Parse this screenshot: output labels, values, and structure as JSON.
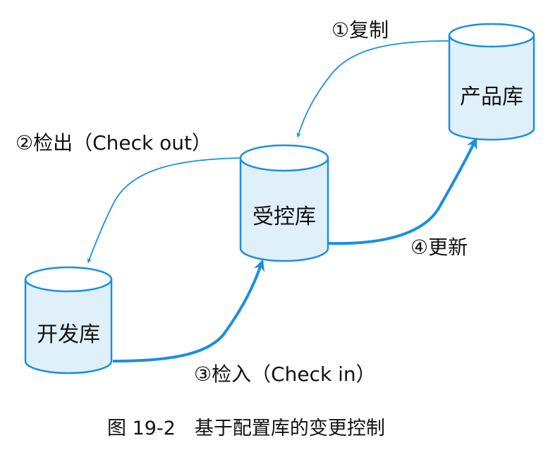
{
  "diagram": {
    "repositories": {
      "product": "产品库",
      "controlled": "受控库",
      "development": "开发库"
    },
    "arrows": {
      "copy": "①复制",
      "checkout": "②检出（Check out）",
      "checkin": "③检入（Check in）",
      "update": "④更新"
    },
    "caption": "图 19-2　基于配置库的变更控制"
  },
  "colors": {
    "cylinder_fill": "#dff0fb",
    "cylinder_stroke": "#1a8fe3",
    "arrow": "#1a8fe3"
  }
}
